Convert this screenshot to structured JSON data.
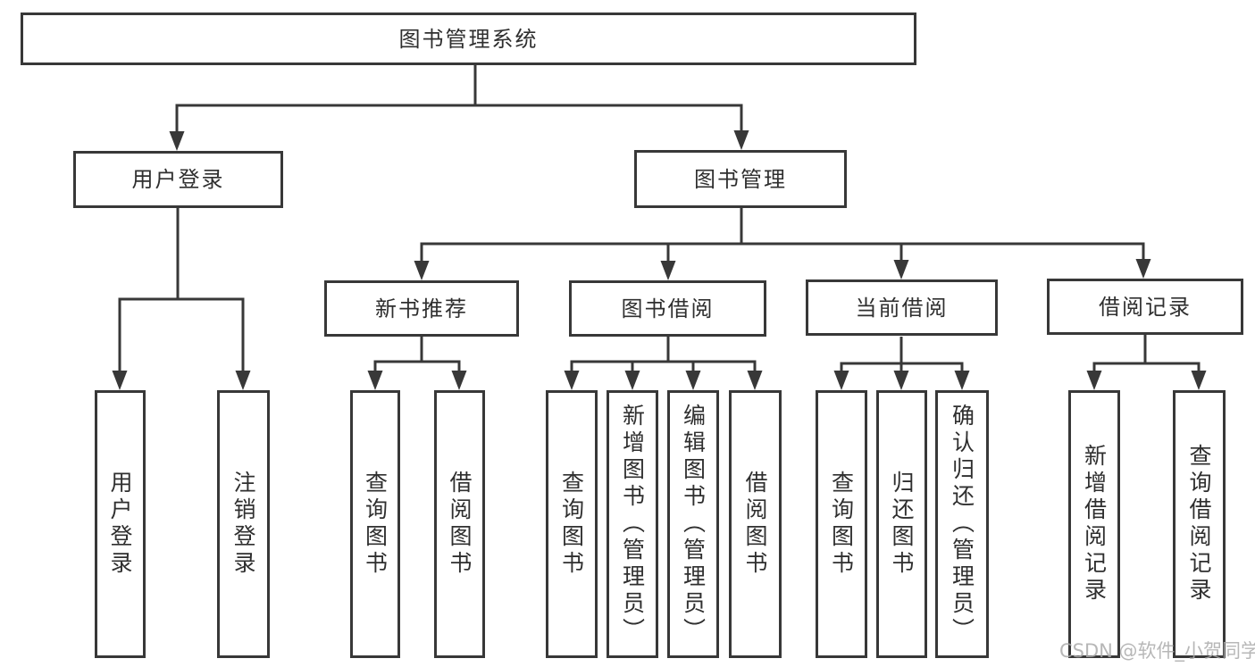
{
  "nodes": {
    "root": "图书管理系统",
    "user_login": "用户登录",
    "book_management": "图书管理",
    "user_login_children": [
      "用户登录",
      "注销登录"
    ],
    "book_management_children": [
      "新书推荐",
      "图书借阅",
      "当前借阅",
      "借阅记录"
    ],
    "new_book_children": [
      "查询图书",
      "借阅图书"
    ],
    "book_borrow_children": [
      "查询图书",
      "新增图书（管理员）",
      "编辑图书（管理员）",
      "借阅图书"
    ],
    "current_borrow_children": [
      "查询图书",
      "归还图书",
      "确认归还（管理员）"
    ],
    "borrow_record_children": [
      "新增借阅记录",
      "查询借阅记录"
    ]
  },
  "watermark": "CSDN @软件_小贺同学",
  "colors": {
    "line": "#383838",
    "text": "#2f2f2f",
    "watermark": "#aaaaaa",
    "background": "#ffffff"
  }
}
